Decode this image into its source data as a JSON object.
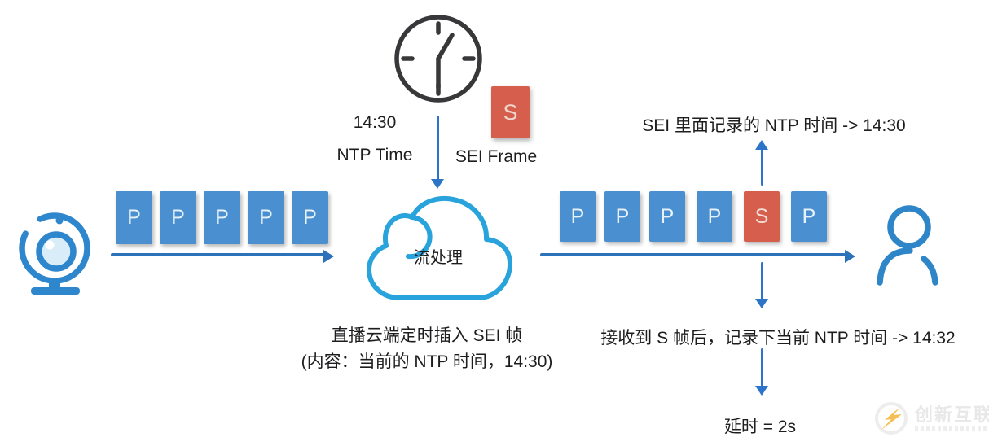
{
  "colors": {
    "frame_blue": "#4a90d0",
    "frame_red": "#d55f4c",
    "arrow_blue": "#2b74c8",
    "flow_arrow_blue": "#2c72bb",
    "cloud_blue": "#29a3dc",
    "webcam_blue": "#2e86cc",
    "person_blue": "#2e86c8",
    "clock_dark": "#38383a",
    "text_dark": "#1d1d1f",
    "watermark_yellow": "#f5b942",
    "watermark_gray": "#e6e6e6"
  },
  "clock": {
    "time": "14:30",
    "label": "NTP Time"
  },
  "sei_source": {
    "letter": "S",
    "label": "SEI Frame"
  },
  "left_stream": {
    "frames": [
      "P",
      "P",
      "P",
      "P",
      "P"
    ]
  },
  "cloud": {
    "label": "流处理"
  },
  "right_stream": {
    "frames": [
      "P",
      "P",
      "P",
      "P",
      "S",
      "P"
    ]
  },
  "notes": {
    "sei_recorded": "SEI 里面记录的 NTP 时间 -> 14:30",
    "insert_line1": "直播云端定时插入 SEI 帧",
    "insert_line2": "(内容：当前的 NTP 时间，14:30)",
    "receive": "接收到 S 帧后，记录下当前 NTP 时间 -> 14:32",
    "delay": "延时 = 2s"
  },
  "watermark": {
    "brand": "创新互联"
  }
}
